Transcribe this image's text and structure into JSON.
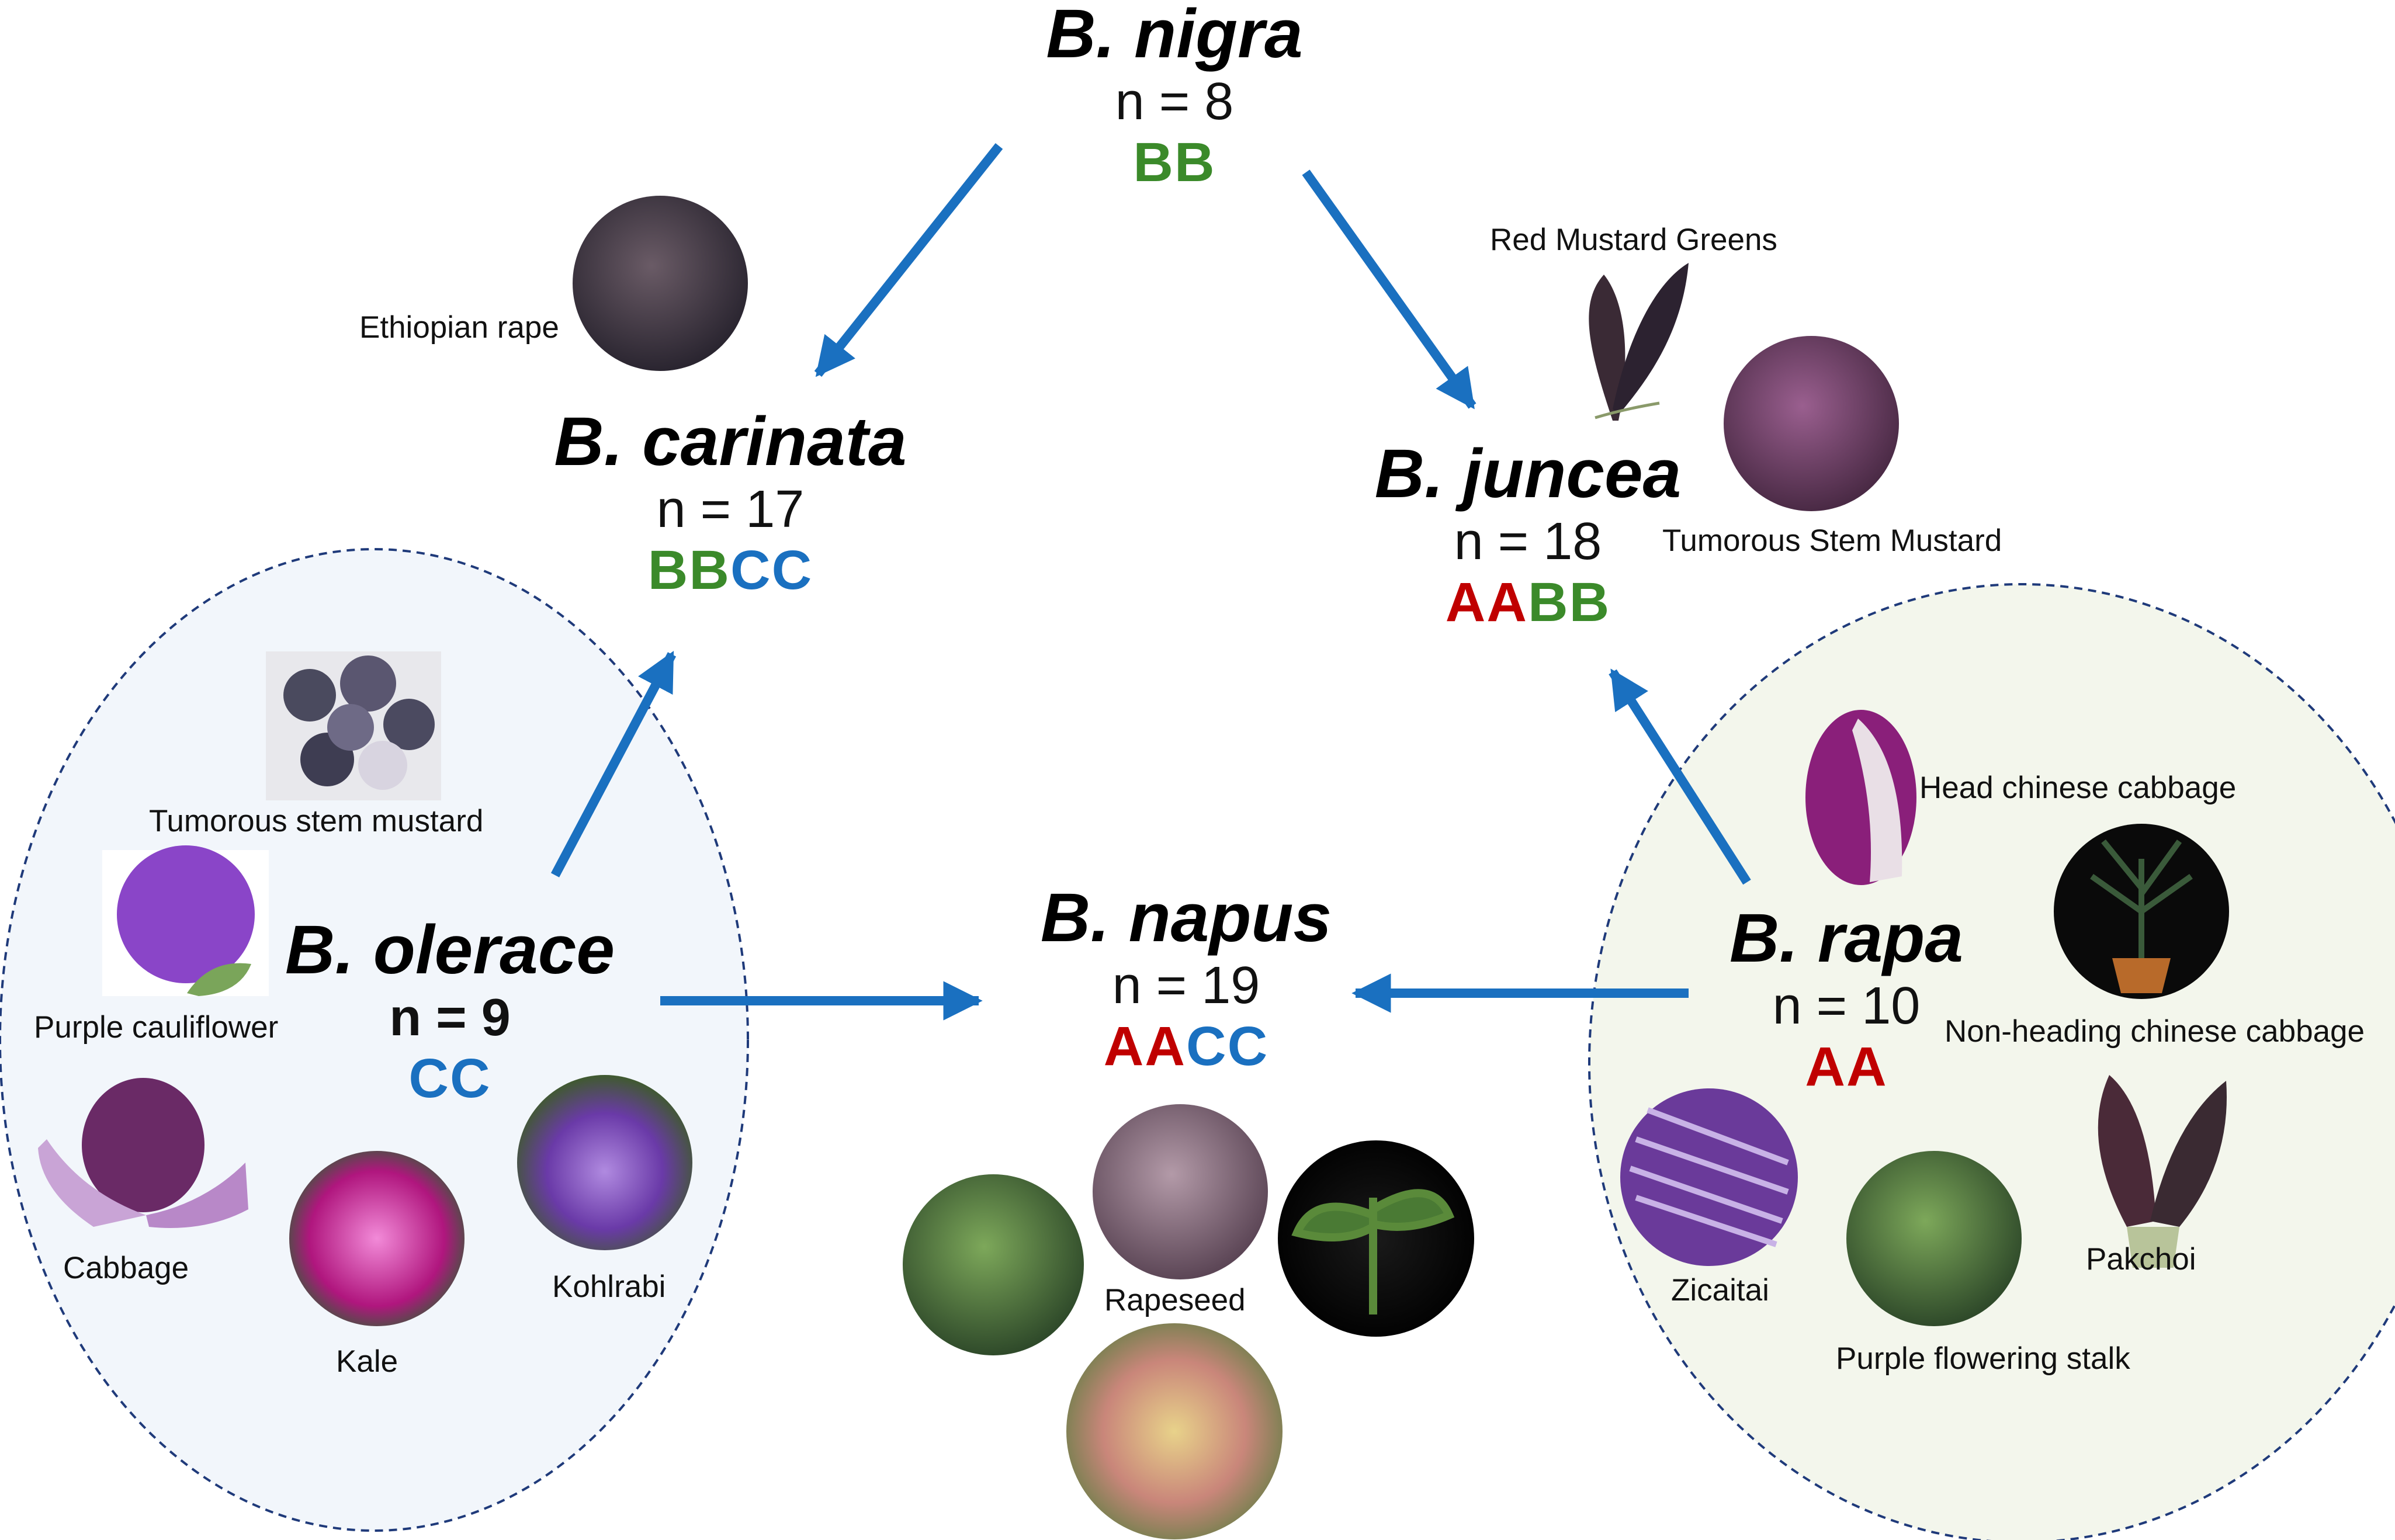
{
  "colors": {
    "genome_A": "#c00000",
    "genome_B": "#3b8a2a",
    "genome_C": "#1a70c0",
    "arrow": "#1a70c0",
    "group_left": "#f2f6fb",
    "group_right": "#f3f6ec",
    "group_border": "#1f3a7a"
  },
  "species": {
    "nigra": {
      "name": "B. nigra",
      "chromosomes": "n = 8",
      "genome": [
        {
          "t": "BB",
          "g": "B"
        }
      ]
    },
    "carinata": {
      "name": "B. carinata",
      "chromosomes": "n = 17",
      "genome": [
        {
          "t": "BB",
          "g": "B"
        },
        {
          "t": "CC",
          "g": "C"
        }
      ]
    },
    "juncea": {
      "name": "B. juncea",
      "chromosomes": "n = 18",
      "genome": [
        {
          "t": "AA",
          "g": "A"
        },
        {
          "t": "BB",
          "g": "B"
        }
      ]
    },
    "napus": {
      "name": "B. napus",
      "chromosomes": "n = 19",
      "genome": [
        {
          "t": "AA",
          "g": "A"
        },
        {
          "t": "CC",
          "g": "C"
        }
      ]
    },
    "oleracea": {
      "name": "B. olerace",
      "chromosomes": "n = 9",
      "genome": [
        {
          "t": "CC",
          "g": "C"
        }
      ]
    },
    "rapa": {
      "name": "B. rapa",
      "chromosomes": "n = 10",
      "genome": [
        {
          "t": "AA",
          "g": "A"
        }
      ]
    }
  },
  "crops": {
    "ethiopian_rape": {
      "label": "Ethiopian rape",
      "icon": "ethiopian-rape-photo"
    },
    "red_mustard_greens": {
      "label": "Red Mustard Greens",
      "icon": "red-mustard-greens-photo"
    },
    "tumorous_stem_mustard_juncea": {
      "label": "Tumorous Stem Mustard",
      "icon": "tumorous-stem-mustard-photo"
    },
    "tumorous_stem_mustard_oleracea": {
      "label": "Tumorous stem mustard",
      "icon": "brussels-sprouts-photo"
    },
    "purple_cauliflower": {
      "label": "Purple cauliflower",
      "icon": "purple-cauliflower-photo"
    },
    "cabbage": {
      "label": "Cabbage",
      "icon": "red-cabbage-photo"
    },
    "kale": {
      "label": "Kale",
      "icon": "ornamental-kale-photo"
    },
    "kohlrabi": {
      "label": "Kohlrabi",
      "icon": "kohlrabi-photo"
    },
    "rapeseed": {
      "label": "Rapeseed",
      "icon": "rapeseed-photo"
    },
    "head_chinese_cabbage": {
      "label": "Head chinese cabbage",
      "icon": "head-chinese-cabbage-photo"
    },
    "non_heading_chinese_cabbage": {
      "label": "Non-heading chinese cabbage",
      "icon": "potted-plant-photo"
    },
    "zicaitai": {
      "label": "Zicaitai",
      "icon": "zicaitai-photo"
    },
    "purple_flowering_stalk": {
      "label": "Purple flowering stalk",
      "icon": "purple-flowering-stalk-photo"
    },
    "pakchoi": {
      "label": "Pakchoi",
      "icon": "pakchoi-photo"
    }
  }
}
